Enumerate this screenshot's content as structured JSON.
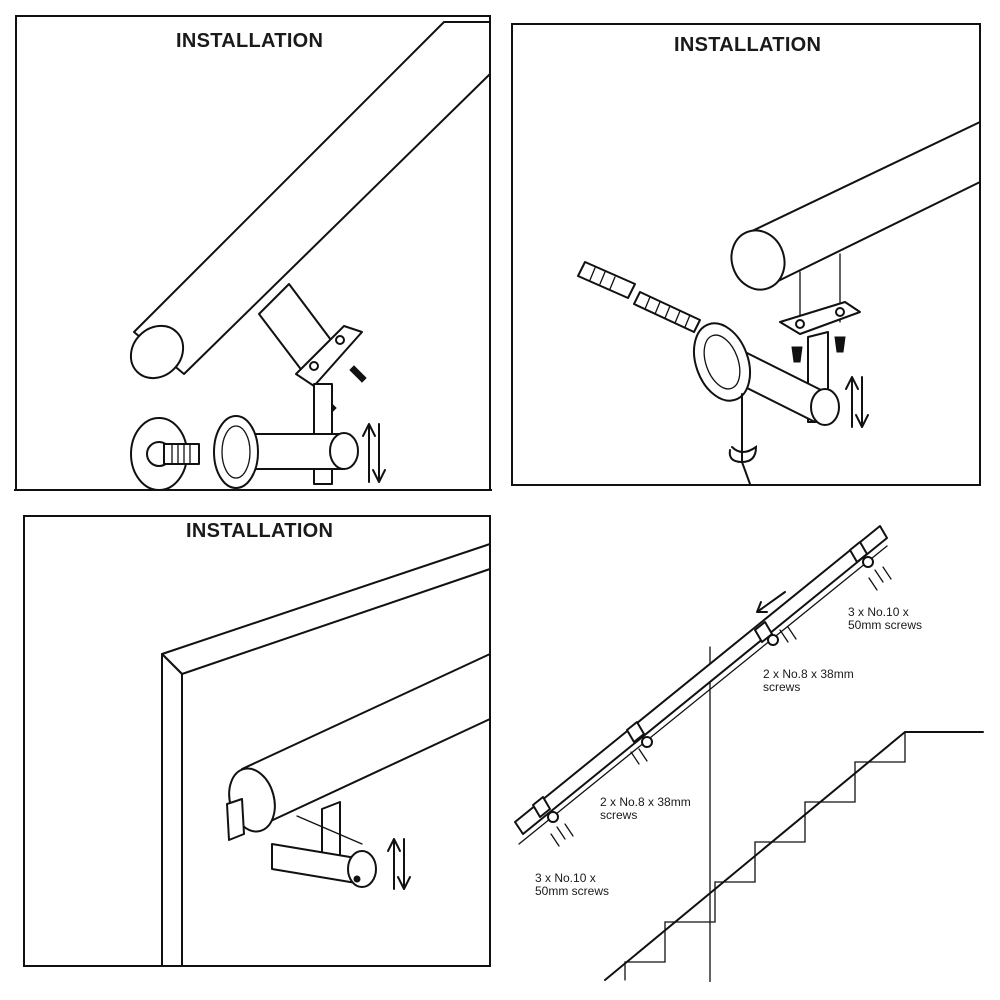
{
  "panels": {
    "top_left": {
      "title": "INSTALLATION"
    },
    "top_right": {
      "title": "INSTALLATION"
    },
    "bottom_left": {
      "title": "INSTALLATION"
    },
    "bottom_right": {
      "labels": {
        "top_end": [
          "3 x No.10 x",
          "50mm screws"
        ],
        "upper_mid": [
          "2 x No.8 x 38mm",
          "screws"
        ],
        "lower_mid": [
          "2 x No.8 x 38mm",
          "screws"
        ],
        "bottom_end": [
          "3 x No.10 x",
          "50mm screws"
        ]
      }
    }
  },
  "colors": {
    "ink": "#111111",
    "paper": "#ffffff"
  }
}
